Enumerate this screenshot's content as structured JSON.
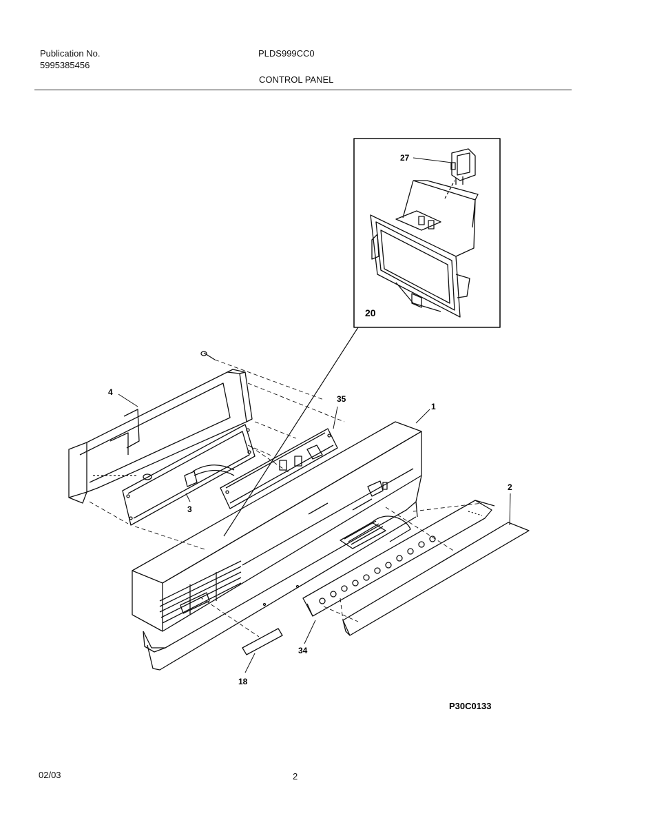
{
  "header": {
    "publication_label": "Publication No.",
    "publication_number": "5995385456",
    "model": "PLDS999CC0",
    "section_title": "CONTROL PANEL"
  },
  "diagram": {
    "callouts": {
      "c27": "27",
      "c20": "20",
      "c4": "4",
      "c35": "35",
      "c1": "1",
      "c2": "2",
      "c3": "3",
      "c34": "34",
      "c18": "18"
    },
    "figure_code": "P30C0133"
  },
  "footer": {
    "date": "02/03",
    "page": "2"
  }
}
